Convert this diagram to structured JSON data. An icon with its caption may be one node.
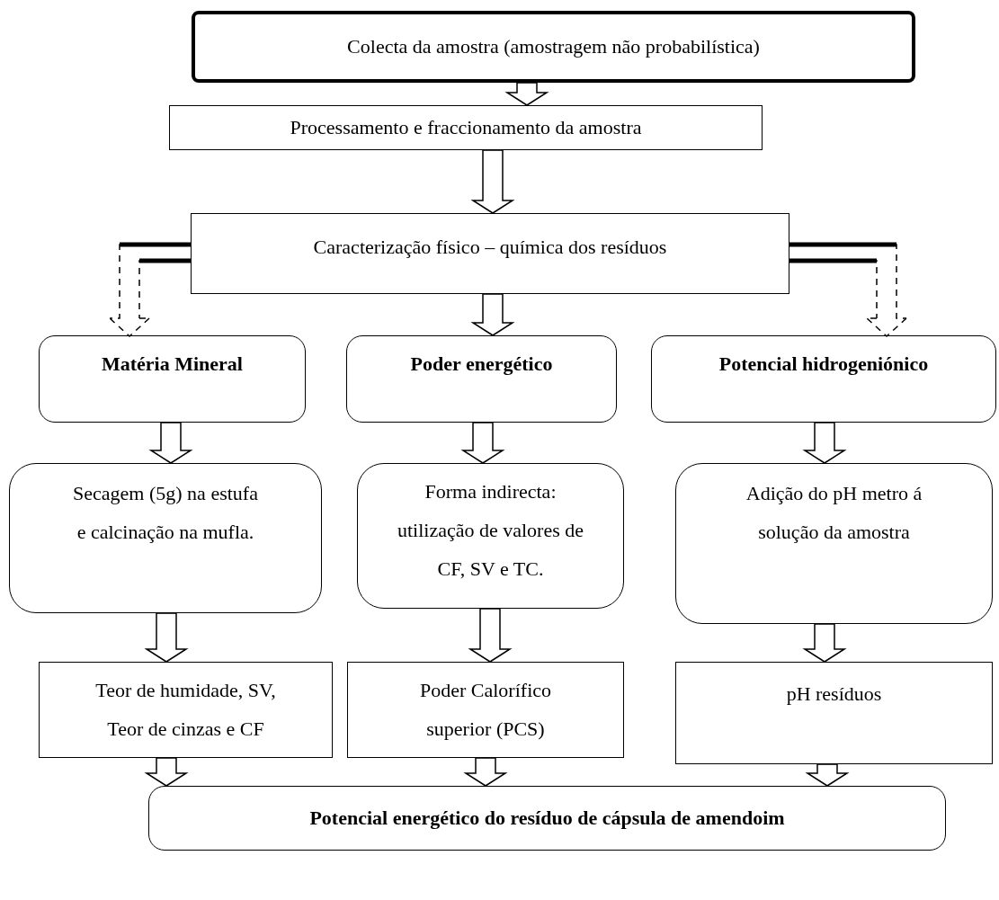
{
  "diagram": {
    "nodes": [
      {
        "text": [
          "Colecta da amostra (amostragem não probabilística)"
        ]
      },
      {
        "text": [
          "Processamento e fraccionamento da amostra"
        ]
      },
      {
        "text": [
          "Caracterização físico – química dos resíduos"
        ]
      },
      {
        "text": [
          "Matéria Mineral"
        ]
      },
      {
        "text": [
          "Poder energético"
        ]
      },
      {
        "text": [
          "Potencial hidrogeniónico"
        ]
      },
      {
        "text": [
          "Secagem (5g) na estufa e calcinação na mufla."
        ]
      },
      {
        "text": [
          "Forma indirecta: utilização de valores de CF, SV e TC."
        ]
      },
      {
        "text": [
          "Adição do pH metro á solução da amostra"
        ]
      },
      {
        "text": [
          "Teor de humidade, SV, Teor de cinzas e CF"
        ]
      },
      {
        "text": [
          "Poder Calorífico superior (PCS)"
        ]
      },
      {
        "text": [
          "pH resíduos"
        ]
      },
      {
        "text": [
          "Potencial energético do resíduo de cápsula de amendoim"
        ]
      }
    ],
    "edges": [
      {
        "from": 0,
        "to": 1,
        "arrow": "to"
      },
      {
        "from": 1,
        "to": 2,
        "arrow": "to"
      },
      {
        "from": 2,
        "to": 3,
        "arrow": "to",
        "style": "dashed"
      },
      {
        "from": 2,
        "to": 4,
        "arrow": "to"
      },
      {
        "from": 2,
        "to": 5,
        "arrow": "to",
        "style": "dashed"
      },
      {
        "from": 3,
        "to": 6,
        "arrow": "to"
      },
      {
        "from": 4,
        "to": 7,
        "arrow": "to"
      },
      {
        "from": 5,
        "to": 8,
        "arrow": "to"
      },
      {
        "from": 6,
        "to": 9,
        "arrow": "to"
      },
      {
        "from": 7,
        "to": 10,
        "arrow": "to"
      },
      {
        "from": 8,
        "to": 11,
        "arrow": "to"
      },
      {
        "from": 9,
        "to": 12,
        "arrow": "to"
      },
      {
        "from": 10,
        "to": 12,
        "arrow": "to"
      },
      {
        "from": 11,
        "to": 12,
        "arrow": "to"
      }
    ]
  }
}
